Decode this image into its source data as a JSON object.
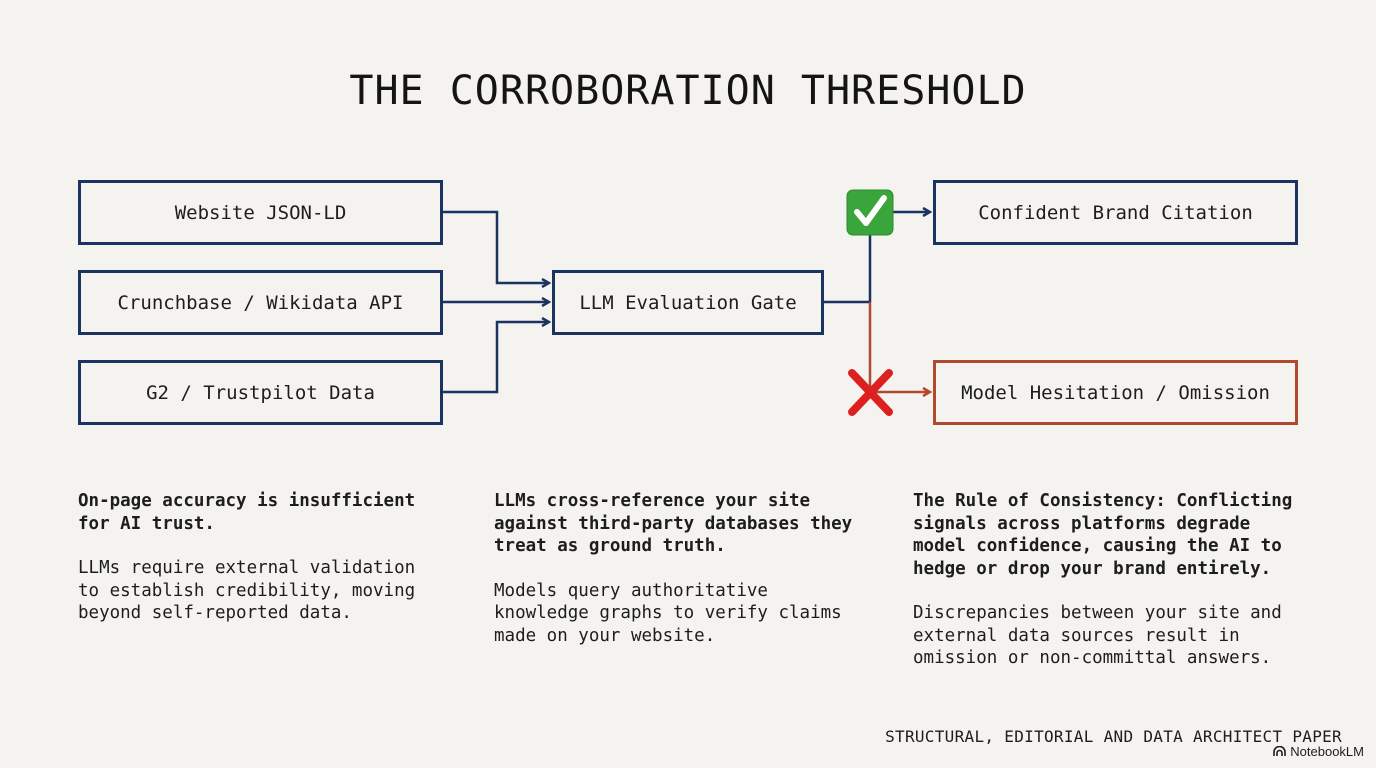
{
  "title": "THE CORROBORATION THRESHOLD",
  "sources": [
    {
      "label": "Website JSON-LD"
    },
    {
      "label": "Crunchbase / Wikidata API"
    },
    {
      "label": "G2 / Trustpilot Data"
    }
  ],
  "gate": {
    "label": "LLM Evaluation Gate"
  },
  "outcomes": {
    "success": {
      "label": "Confident Brand Citation",
      "icon": "check-mark-icon",
      "color": "#1b3360"
    },
    "failure": {
      "label": "Model Hesitation / Omission",
      "icon": "cross-mark-icon",
      "color": "#b0492e"
    }
  },
  "columns": [
    {
      "lead": "On-page accuracy is insufficient for AI trust.",
      "body": "LLMs require external validation to establish credibility, moving beyond self-reported data."
    },
    {
      "lead": "LLMs cross-reference your site against third-party databases they treat as ground truth.",
      "body": "Models query authoritative knowledge graphs to verify claims made on your website."
    },
    {
      "lead": "The Rule of Consistency: Conflicting signals across platforms degrade model confidence, causing the AI to hedge or drop your brand entirely.",
      "body": "Discrepancies between your site and external data sources result in omission or non-committal answers."
    }
  ],
  "footer": "STRUCTURAL, EDITORIAL AND DATA ARCHITECT PAPER",
  "brand": "NotebookLM"
}
